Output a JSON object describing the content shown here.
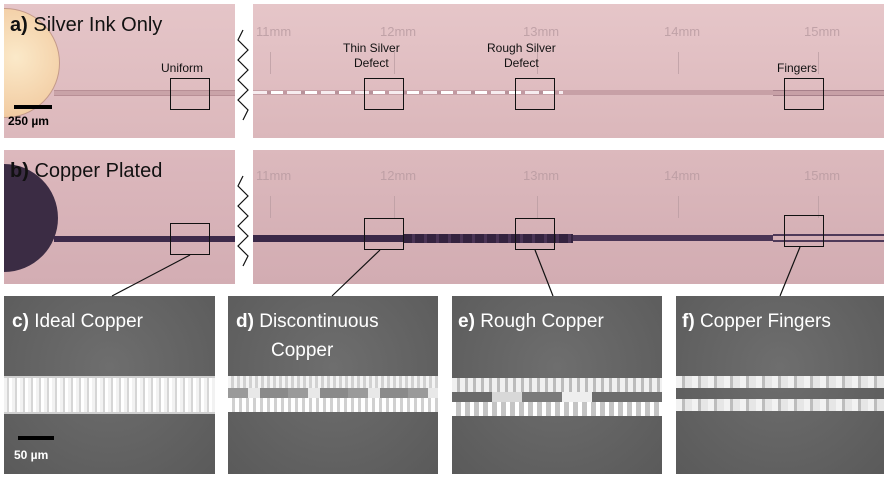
{
  "panel_a": {
    "letter": "a)",
    "title": "Silver Ink Only"
  },
  "panel_b": {
    "letter": "b)",
    "title": "Copper Plated"
  },
  "panel_c": {
    "letter": "c)",
    "title": "Ideal Copper"
  },
  "panel_d": {
    "letter": "d)",
    "title_line1": "Discontinuous",
    "title_line2": "Copper"
  },
  "panel_e": {
    "letter": "e)",
    "title": "Rough Copper"
  },
  "panel_f": {
    "letter": "f)",
    "title": "Copper Fingers"
  },
  "annotations": {
    "uniform": "Uniform",
    "thin_silver_1": "Thin Silver",
    "thin_silver_2": "Defect",
    "rough_silver_1": "Rough Silver",
    "rough_silver_2": "Defect",
    "fingers": "Fingers"
  },
  "ruler_labels": [
    "11mm",
    "12mm",
    "13mm",
    "14mm",
    "15mm"
  ],
  "scalebars": {
    "top": "250 µm",
    "bottom": "50 µm"
  },
  "colors": {
    "silver_ink_bg": "#e2c2c5",
    "copper_plated_bg": "#d8b3b8",
    "copper_trace": "#3d2a4a",
    "sem_bg": "#646464",
    "sem_copper": "#e8e8e8"
  }
}
